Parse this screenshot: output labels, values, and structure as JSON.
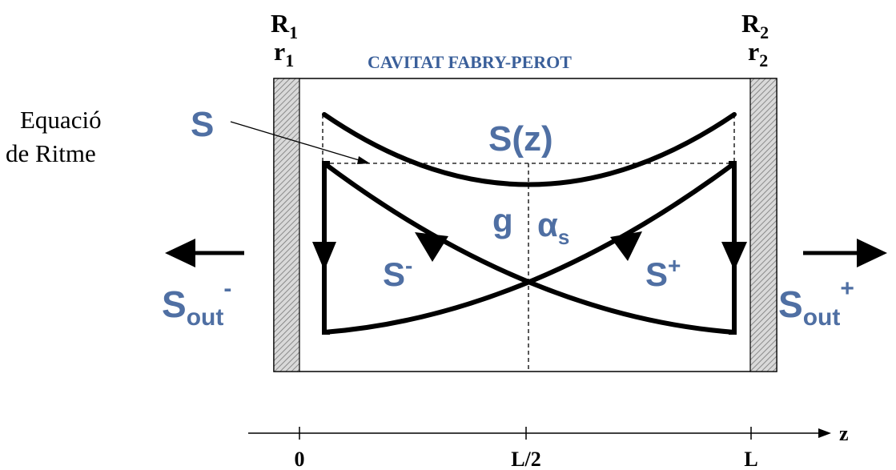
{
  "title": "CAVITAT FABRY-PEROT",
  "mirrors": {
    "left": {
      "R": "R",
      "r": "r",
      "index": "1"
    },
    "right": {
      "R": "R",
      "r": "r",
      "index": "2"
    }
  },
  "rate_equation_label": {
    "line1": "Equació",
    "line2": "de Ritme"
  },
  "symbols": {
    "S": "S",
    "S_of_z": "S(z)",
    "g": "g",
    "alpha": "α",
    "alpha_sub": "s",
    "S_minus_base": "S",
    "S_minus_sup": "-",
    "S_plus_base": "S",
    "S_plus_sup": "+",
    "S_out_left_base": "S",
    "S_out_left_sub": "out",
    "S_out_left_sup": "-",
    "S_out_right_base": "S",
    "S_out_right_sub": "out",
    "S_out_right_sup": "+"
  },
  "axis": {
    "label": "z",
    "ticks": [
      "0",
      "L/2",
      "L"
    ]
  },
  "colors": {
    "symbol_blue": "#4F6FA3",
    "title_blue": "#3A5F9A",
    "ink": "#000000",
    "mirror_hatch": "#777777"
  }
}
